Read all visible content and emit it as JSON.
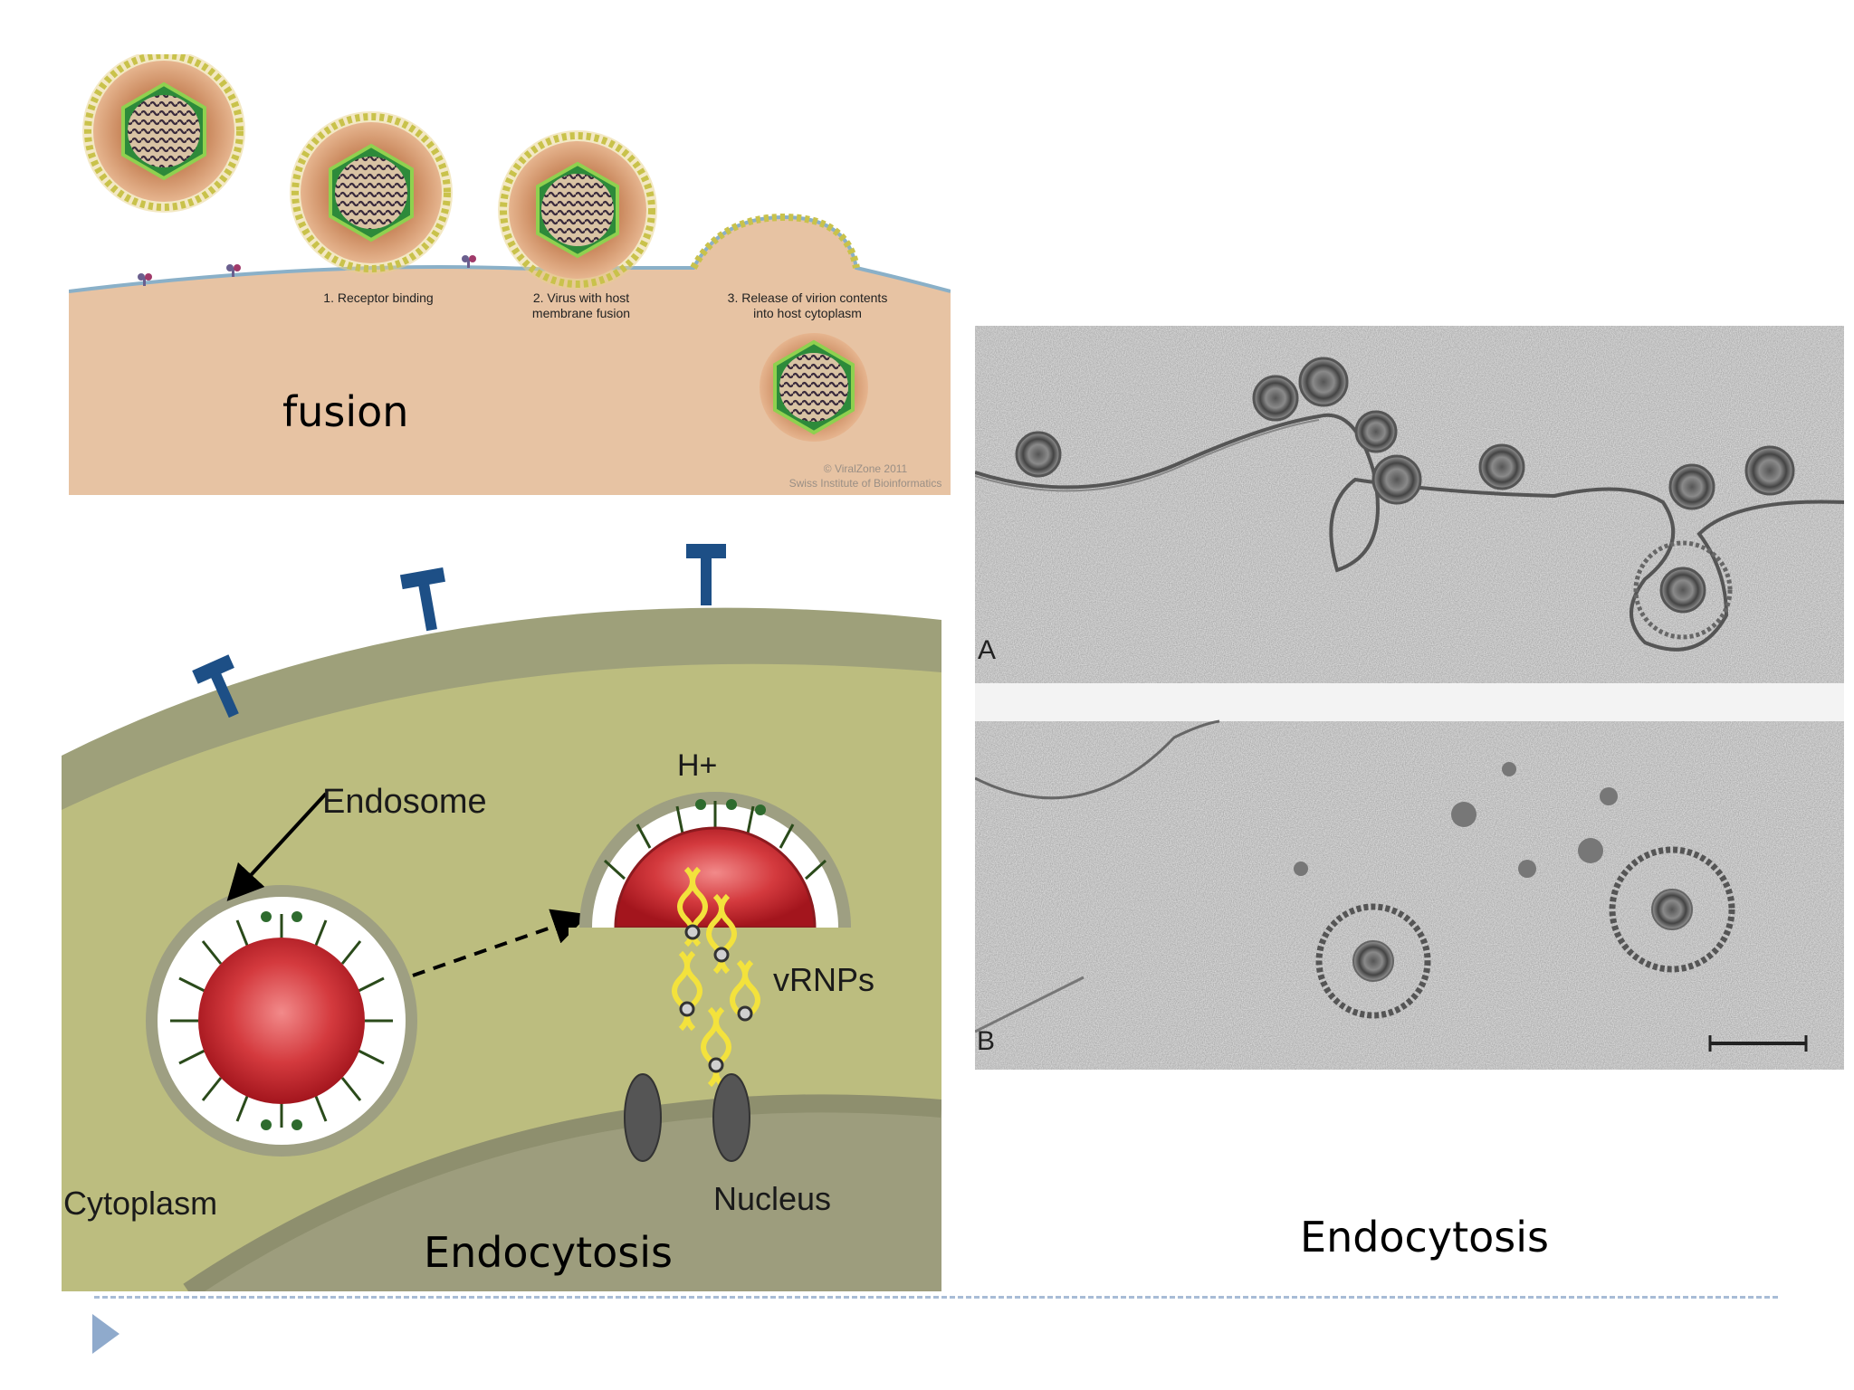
{
  "fusion_panel": {
    "step1": "1. Receptor binding",
    "step2_line1": "2.  Virus with host",
    "step2_line2": "membrane fusion",
    "step3_line1": "3. Release of  virion contents",
    "step3_line2": "into host cytoplasm",
    "title": "fusion",
    "credit_line1": "© ViralZone 2011",
    "credit_line2": "Swiss Institute of Bioinformatics"
  },
  "endocytosis_panel": {
    "endosome": "Endosome",
    "hplus": "H+",
    "vrnps": "vRNPs",
    "cytoplasm": "Cytoplasm",
    "nucleus": "Nucleus",
    "caption": "Endocytosis"
  },
  "micrograph": {
    "label_a": "A",
    "label_b": "B",
    "caption": "Endocytosis"
  },
  "colors": {
    "fusion_cytoplasm": "#e7c3a3",
    "cell_green": "#bcbd7f",
    "membrane_band": "#9ea07a",
    "nucleus": "#9d9d7d",
    "receptor_blue": "#1d4f86",
    "virus_red": "#c8202c",
    "slide_accent": "#8faacc"
  }
}
